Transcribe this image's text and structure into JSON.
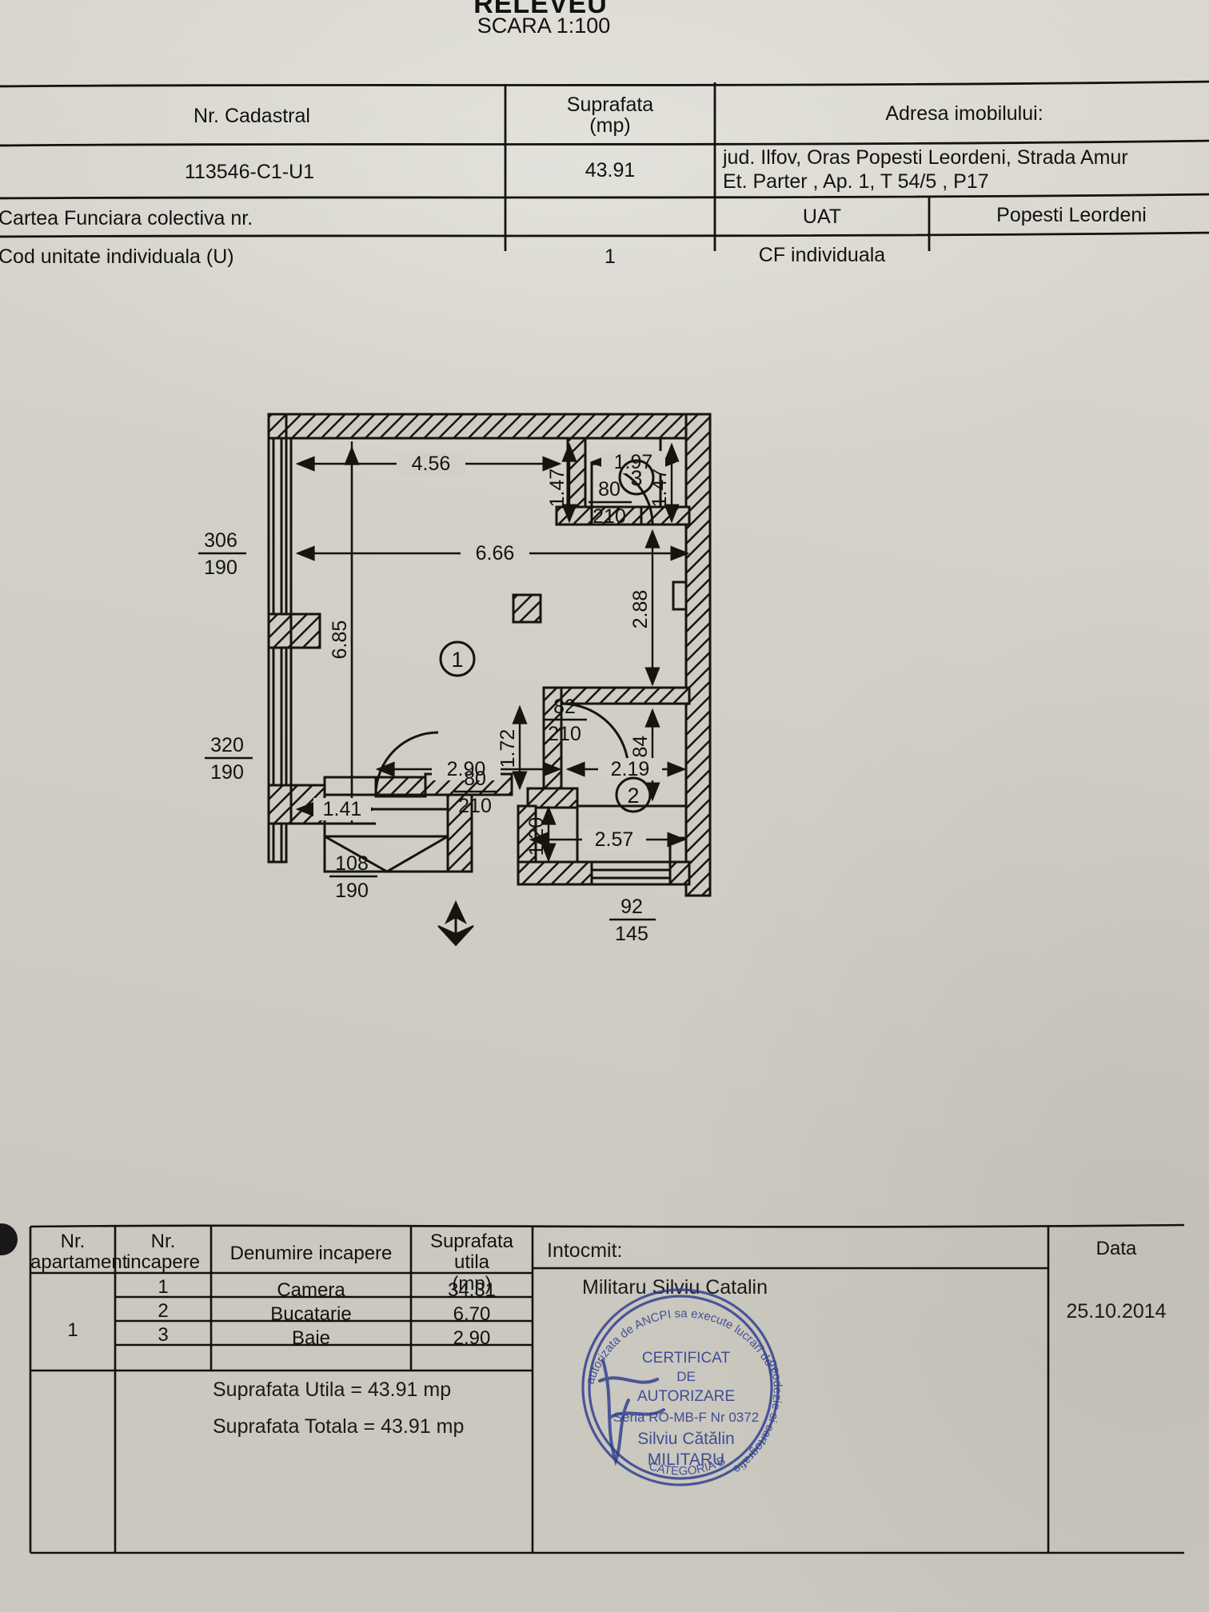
{
  "title": {
    "main": "RELEVEU",
    "scale": "SCARA 1:100"
  },
  "header_table": {
    "labels": {
      "nr_cadastral": "Nr. Cadastral",
      "suprafata_line1": "Suprafata",
      "suprafata_line2": "(mp)",
      "adresa": "Adresa imobilului:",
      "cartea_funciara": "Cartea Funciara colectiva nr.",
      "cod_unitate": "Cod unitate individuala (U)",
      "uat": "UAT",
      "cf_individuala": "CF individuala"
    },
    "values": {
      "nr_cadastral": "113546-C1-U1",
      "suprafata": "43.91",
      "adresa_line1": "jud. Ilfov, Oras Popesti Leordeni, Strada Amur",
      "adresa_line2": "Et. Parter , Ap. 1, T 54/5 , P17",
      "cartea_funciara": "",
      "cod_unitate": "1",
      "uat_value": "Popesti Leordeni",
      "cf_individuala_value": ""
    }
  },
  "plan": {
    "room_markers": [
      {
        "id": "1",
        "label": "1"
      },
      {
        "id": "2",
        "label": "2"
      },
      {
        "id": "3",
        "label": "3"
      }
    ],
    "dimensions": {
      "top_main": "4.56",
      "bath_width": "1.97",
      "bath_height_left": "1.47",
      "bath_height_right": "1.47",
      "second_main": "6.66",
      "left_vertical": "6.85",
      "right_camera": "2.88",
      "right_kitchen": "2.84",
      "kitchen_top": "2.19",
      "kitchen_bottom": "2.57",
      "hall_v": "1.72",
      "hall_small": "1.20",
      "bath_inner": "2.90",
      "left_small": "1.41"
    },
    "openings": [
      {
        "name": "door-bathroom",
        "width": "80",
        "height": "210"
      },
      {
        "name": "door-hall",
        "width": "82",
        "height": "210"
      },
      {
        "name": "door-kitchen",
        "width": "80",
        "height": "210"
      },
      {
        "name": "window-kitchen",
        "width": "92",
        "height": "145"
      }
    ],
    "windows_left": [
      {
        "width": "306",
        "height": "190"
      },
      {
        "width": "320",
        "height": "190"
      },
      {
        "width": "108",
        "height": "190"
      }
    ],
    "north_arrow": "north-arrow"
  },
  "room_table": {
    "headers": {
      "nr_apartament_l1": "Nr.",
      "nr_apartament_l2": "apartament",
      "nr_incapere_l1": "Nr.",
      "nr_incapere_l2": "incapere",
      "denumire": "Denumire incapere",
      "suprafata_l1": "Suprafata utila",
      "suprafata_l2": "(mp)",
      "intocmit": "Intocmit:",
      "data": "Data"
    },
    "apartment_no": "1",
    "rows": [
      {
        "nr": "1",
        "name": "Camera",
        "area": "34.31"
      },
      {
        "nr": "2",
        "name": "Bucatarie",
        "area": "6.70"
      },
      {
        "nr": "3",
        "name": "Baie",
        "area": "2.90"
      }
    ],
    "totals": {
      "utila": "Suprafata Utila  = 43.91 mp",
      "totala": "Suprafata Totala  = 43.91 mp"
    },
    "surveyor": "Militaru Silviu Catalin",
    "date": "25.10.2014"
  },
  "stamp": {
    "top_arc": "autorizata de ANCPI sa execute lucrari de cadastru",
    "line1": "CERTIFICAT",
    "line2": "DE",
    "line3": "AUTORIZARE",
    "line4": "Seria RO-MB-F Nr 0372",
    "name1": "Silviu Catalin",
    "name2": "MILITARU",
    "bottom_arc": "CATEGORIA B",
    "right_arc": "geodezie si cartografie",
    "color": "#2d3c8f"
  }
}
